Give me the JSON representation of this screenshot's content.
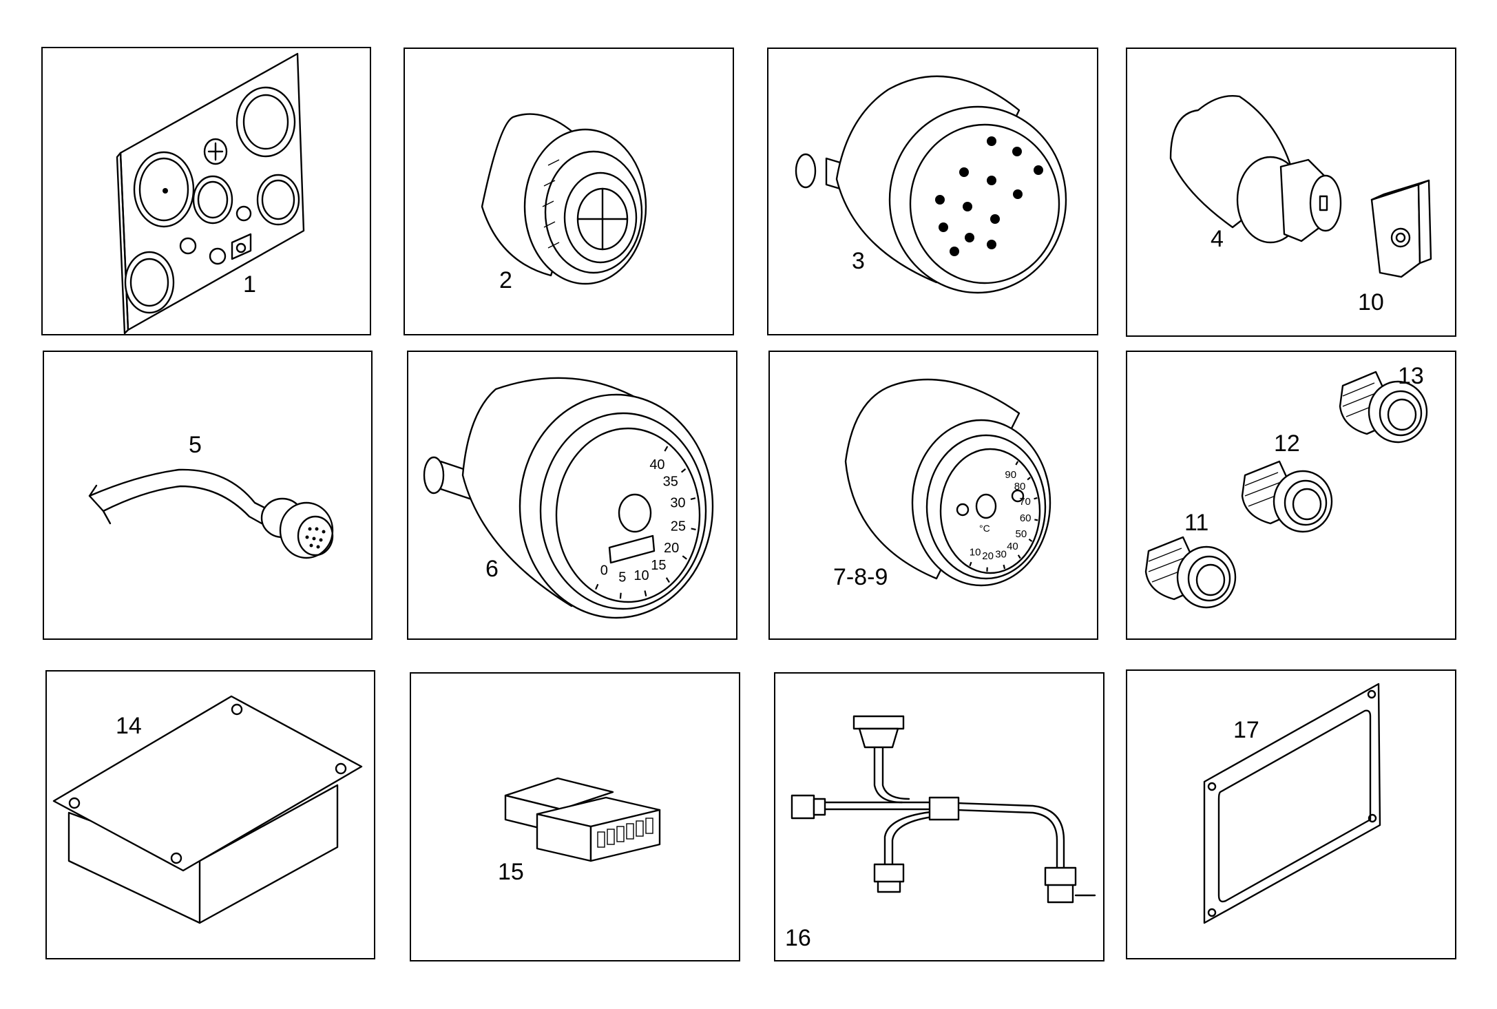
{
  "panels": [
    {
      "id": "p1",
      "label": "1",
      "icon": "instrument-panel"
    },
    {
      "id": "p2",
      "label": "2",
      "icon": "buzzer"
    },
    {
      "id": "p3",
      "label": "3",
      "icon": "round-speaker-gauge"
    },
    {
      "id": "p4",
      "label": "4",
      "icon": "sender-unit"
    },
    {
      "id": "p10",
      "label": "10",
      "icon": "terminal-cover"
    },
    {
      "id": "p5",
      "label": "5",
      "icon": "cable-with-connector"
    },
    {
      "id": "p6",
      "label": "6",
      "icon": "speedometer"
    },
    {
      "id": "p789",
      "label": "7-8-9",
      "icon": "temperature-gauge"
    },
    {
      "id": "p11",
      "label": "11",
      "icon": "indicator-lamp"
    },
    {
      "id": "p12",
      "label": "12",
      "icon": "indicator-lamp"
    },
    {
      "id": "p13",
      "label": "13",
      "icon": "indicator-lamp"
    },
    {
      "id": "p14",
      "label": "14",
      "icon": "control-box"
    },
    {
      "id": "p15",
      "label": "15",
      "icon": "connector-block"
    },
    {
      "id": "p16",
      "label": "16",
      "icon": "wiring-harness"
    },
    {
      "id": "p17",
      "label": "17",
      "icon": "gasket"
    }
  ],
  "speedometer_ticks": [
    "0",
    "5",
    "10",
    "15",
    "20",
    "25",
    "30",
    "35",
    "40"
  ],
  "temperature_ticks": [
    "10",
    "20",
    "30",
    "40",
    "50",
    "60",
    "70",
    "80",
    "90"
  ],
  "temperature_unit": "°C"
}
